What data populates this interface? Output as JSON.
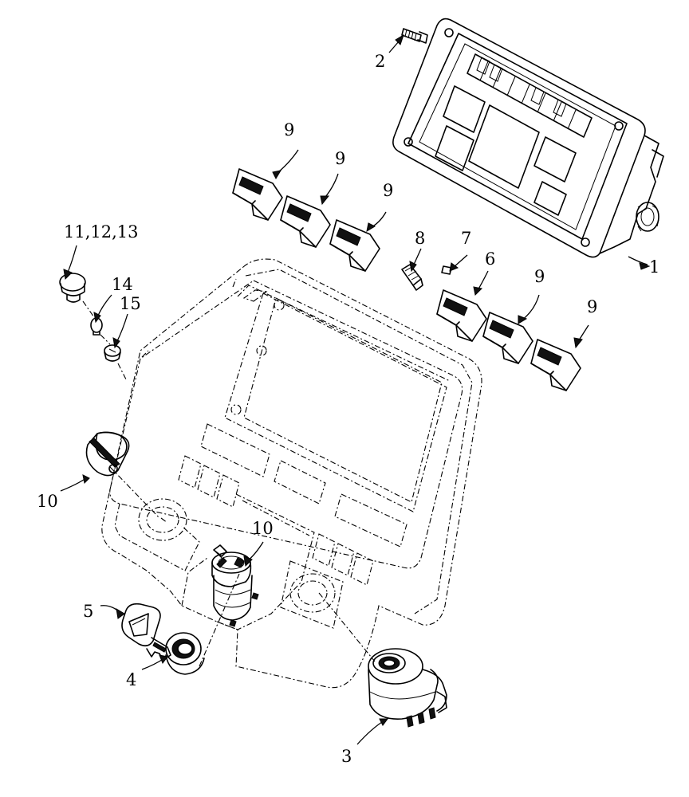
{
  "callouts": {
    "c1": "1",
    "c2": "2",
    "c3": "3",
    "c4": "4",
    "c5": "5",
    "c6": "6",
    "c7": "7",
    "c8": "8",
    "c9a": "9",
    "c9b": "9",
    "c9c": "9",
    "c9d": "9",
    "c9e": "9",
    "c10a": "10",
    "c10b": "10",
    "c11": "11,12,13",
    "c14": "14",
    "c15": "15"
  },
  "colors": {
    "ink": "#000000",
    "paper": "#ffffff"
  }
}
